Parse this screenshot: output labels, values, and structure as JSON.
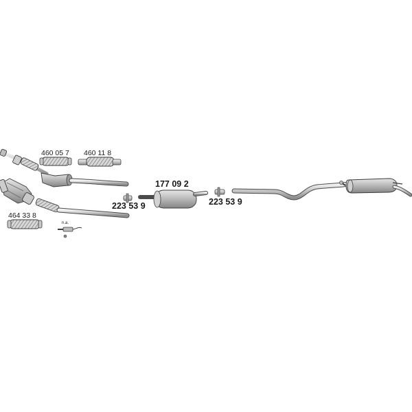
{
  "parts": {
    "flex_pipe_a": "460 05 7",
    "flex_pipe_b": "460 11 8",
    "flex_pipe_c": "464 33 8",
    "sensor_note": "n.a.",
    "clamp_left": "223 53 9",
    "middle_silencer": "177 09 2",
    "clamp_right": "223 53 9"
  },
  "colors": {
    "metal_light": "#dedede",
    "metal_mid": "#b8b8b8",
    "metal_dark": "#8a8a8a",
    "outline": "#3c3c3c"
  }
}
